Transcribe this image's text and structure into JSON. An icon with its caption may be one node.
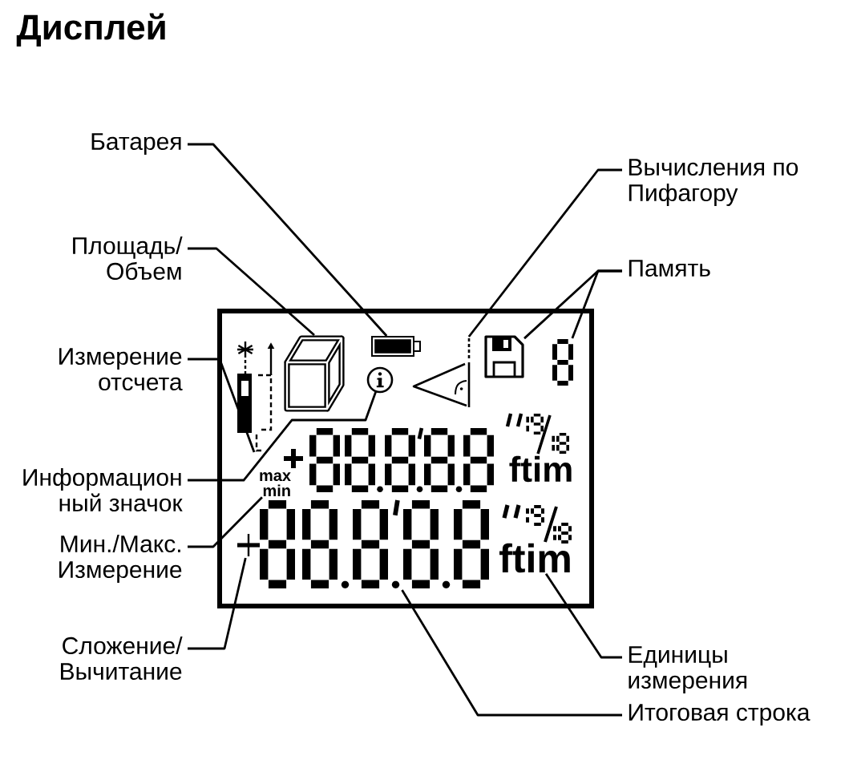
{
  "diagram": {
    "title": "Дисплей",
    "nodes": [
      {
        "text": [
          "Батарея"
        ]
      },
      {
        "text": [
          "Площадь/ Объем"
        ]
      },
      {
        "text": [
          "Измерение отсчета"
        ]
      },
      {
        "text": [
          "Информацион ный значок"
        ]
      },
      {
        "text": [
          "Мин./Макс. Измерение"
        ]
      },
      {
        "text": [
          "Сложение/ Вычитание"
        ]
      },
      {
        "text": [
          "Вычисления по Пифагору"
        ]
      },
      {
        "text": [
          "Память"
        ]
      },
      {
        "text": [
          "Единицы измерения"
        ]
      },
      {
        "text": [
          "Итоговая строка"
        ]
      },
      {
        "text": [],
        "shape": "box"
      },
      {
        "text": [],
        "shape": "picture",
        "in": 10
      },
      {
        "text": [],
        "shape": "picture",
        "in": 10
      },
      {
        "text": [],
        "shape": "picture",
        "in": 10
      },
      {
        "text": [],
        "shape": "circle",
        "in": 10
      },
      {
        "text": [
          "max min"
        ],
        "in": 10
      },
      {
        "text": [],
        "shape": "picture",
        "in": 10
      },
      {
        "text": [],
        "shape": "picture",
        "in": 10
      },
      {
        "text": [],
        "shape": "picture",
        "in": 10
      },
      {
        "text": [],
        "shape": "picture",
        "in": 10
      },
      {
        "text": [
          "ftim"
        ],
        "in": 10
      },
      {
        "text": [],
        "shape": "picture",
        "in": 10
      }
    ],
    "edges": [
      {
        "from": 0,
        "to": 11,
        "arrow": "none"
      },
      {
        "from": 1,
        "to": 12,
        "arrow": "none"
      },
      {
        "from": 2,
        "to": 13,
        "arrow": "none"
      },
      {
        "from": 3,
        "to": 14,
        "arrow": "none"
      },
      {
        "from": 4,
        "to": 15,
        "arrow": "none"
      },
      {
        "from": 5,
        "to": 16,
        "arrow": "none"
      },
      {
        "from": 6,
        "to": 17,
        "arrow": "none"
      },
      {
        "from": 7,
        "to": 18,
        "arrow": "none"
      },
      {
        "from": 7,
        "to": 19,
        "arrow": "none"
      },
      {
        "from": 8,
        "to": 20,
        "arrow": "none"
      },
      {
        "from": 9,
        "to": 21,
        "arrow": "none"
      }
    ],
    "labels": [
      "ftim"
    ]
  }
}
